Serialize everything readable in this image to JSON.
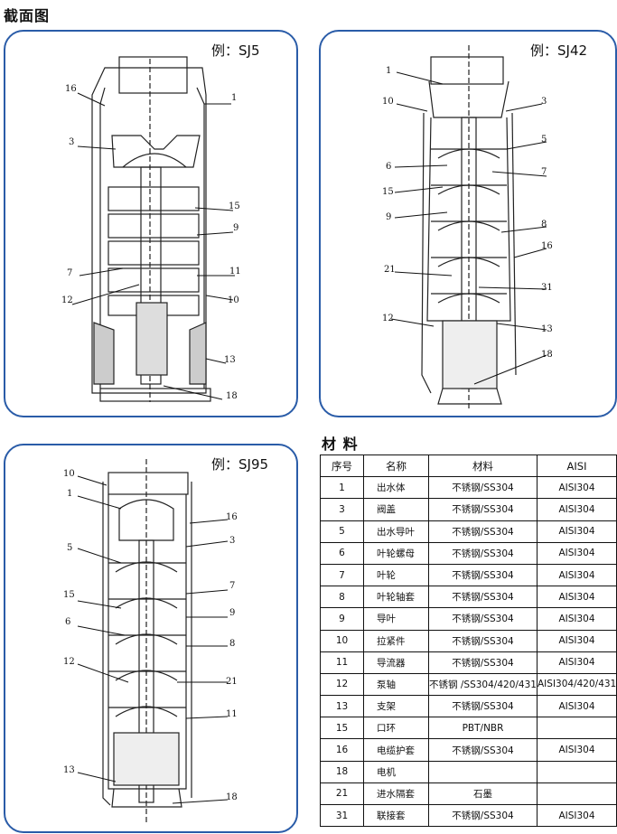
{
  "section_title": "截面图",
  "materials_title": "材 料",
  "panels": {
    "sj5": {
      "model": "例：SJ5",
      "labels": [
        "16",
        "1",
        "3",
        "15",
        "9",
        "7",
        "11",
        "12",
        "10",
        "13",
        "18"
      ]
    },
    "sj42": {
      "model": "例：SJ42",
      "labels": [
        "1",
        "10",
        "3",
        "5",
        "6",
        "7",
        "15",
        "9",
        "8",
        "16",
        "21",
        "31",
        "12",
        "13",
        "18"
      ]
    },
    "sj95": {
      "model": "例：SJ95",
      "labels": [
        "10",
        "1",
        "16",
        "5",
        "3",
        "7",
        "15",
        "9",
        "6",
        "8",
        "12",
        "21",
        "11",
        "13",
        "18"
      ]
    }
  },
  "table": {
    "headers": [
      "序号",
      "名称",
      "材料",
      "AISI"
    ],
    "rows": [
      [
        "1",
        "出水体",
        "不锈钢/SS304",
        "AISI304"
      ],
      [
        "3",
        "阀盖",
        "不锈钢/SS304",
        "AISI304"
      ],
      [
        "5",
        "出水导叶",
        "不锈钢/SS304",
        "AISI304"
      ],
      [
        "6",
        "叶轮螺母",
        "不锈钢/SS304",
        "AISI304"
      ],
      [
        "7",
        "叶轮",
        "不锈钢/SS304",
        "AISI304"
      ],
      [
        "8",
        "叶轮轴套",
        "不锈钢/SS304",
        "AISI304"
      ],
      [
        "9",
        "导叶",
        "不锈钢/SS304",
        "AISI304"
      ],
      [
        "10",
        "拉紧件",
        "不锈钢/SS304",
        "AISI304"
      ],
      [
        "11",
        "导流器",
        "不锈钢/SS304",
        "AISI304"
      ],
      [
        "12",
        "泵轴",
        "不锈钢 /SS304/420/431",
        "AISI304/420/431"
      ],
      [
        "13",
        "支架",
        "不锈钢/SS304",
        "AISI304"
      ],
      [
        "15",
        "口环",
        "PBT/NBR",
        ""
      ],
      [
        "16",
        "电缆护套",
        "不锈钢/SS304",
        "AISI304"
      ],
      [
        "18",
        "电机",
        "",
        ""
      ],
      [
        "21",
        "进水隔套",
        "石墨",
        ""
      ],
      [
        "31",
        "联接套",
        "不锈钢/SS304",
        "AISI304"
      ]
    ]
  }
}
